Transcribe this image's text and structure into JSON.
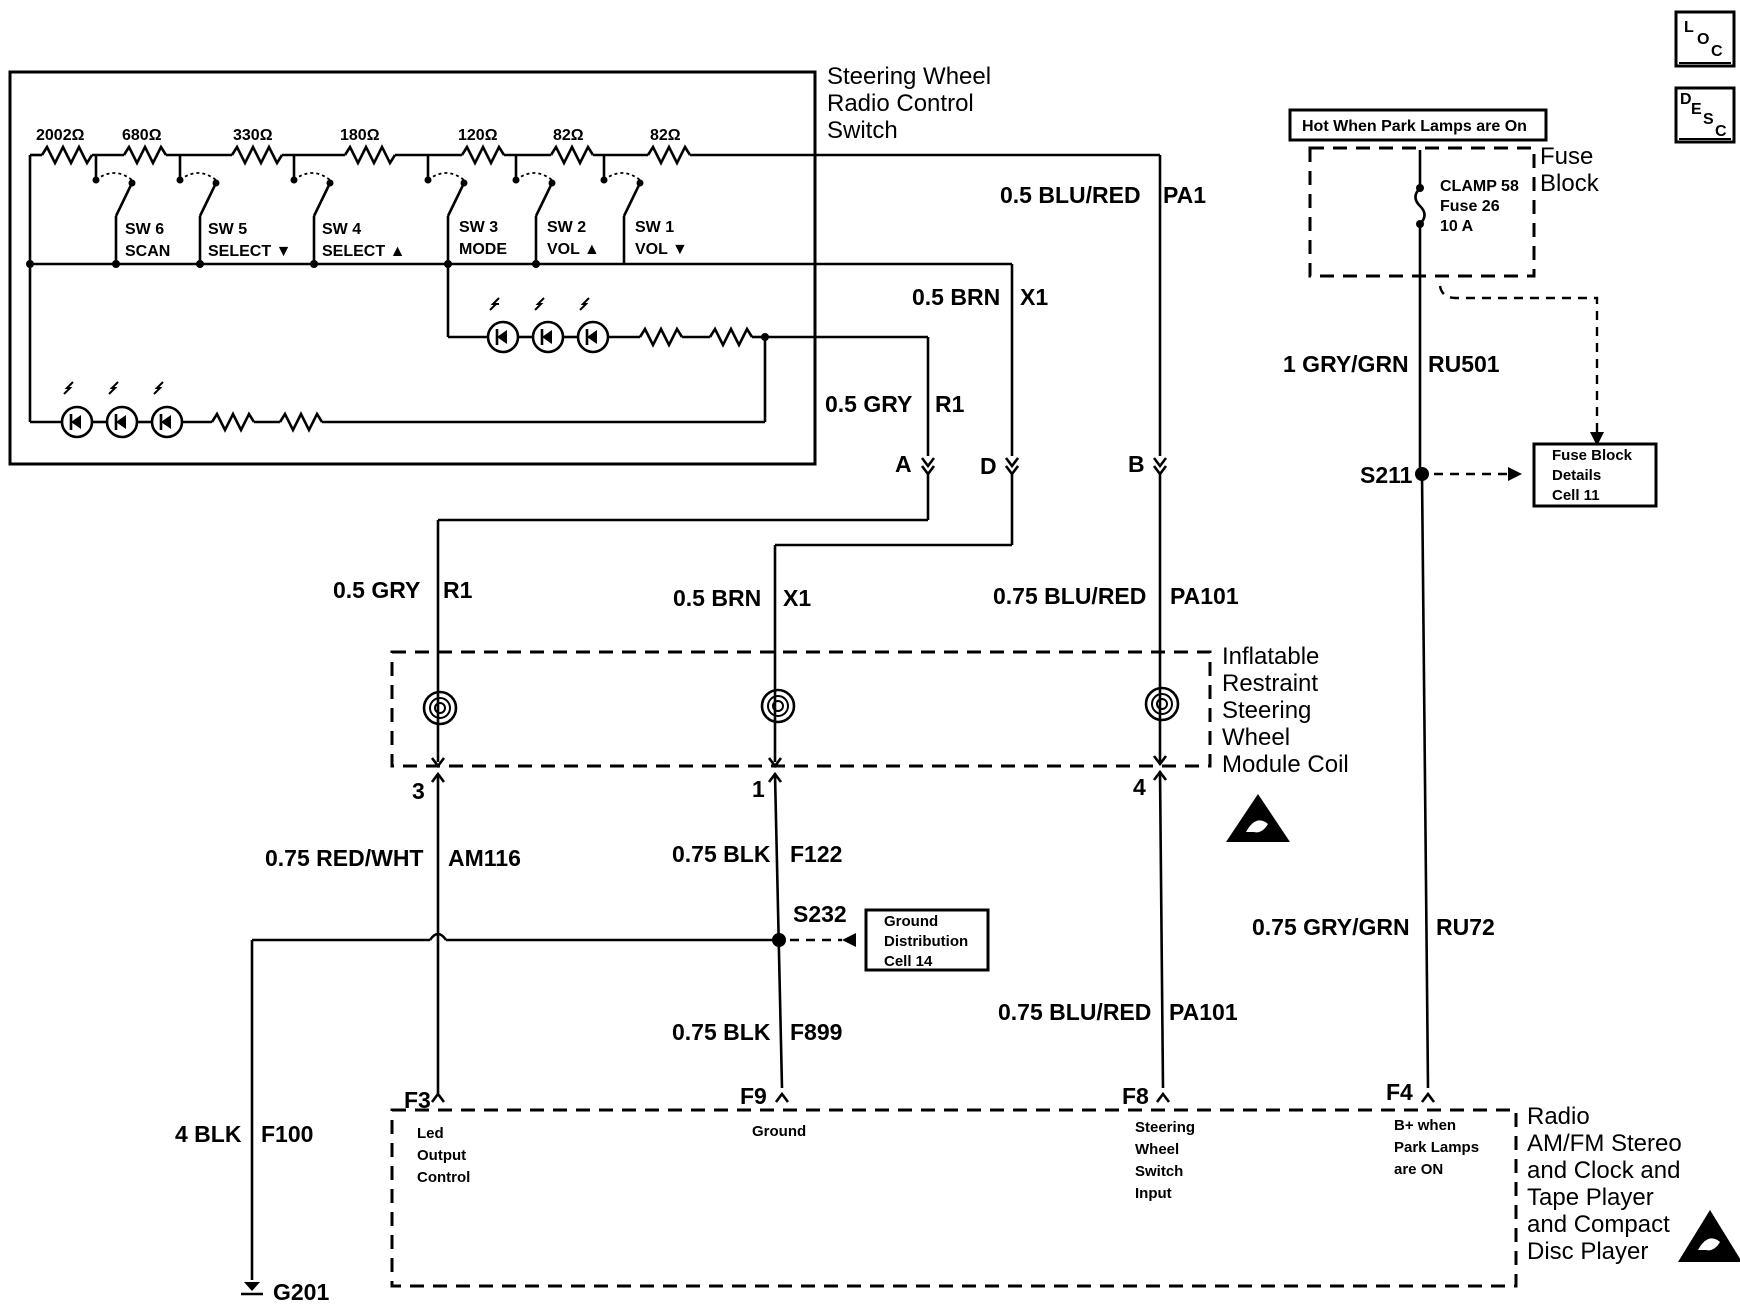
{
  "switch_assembly": {
    "title": [
      "Steering Wheel",
      "Radio Control",
      "Switch"
    ],
    "resistors": [
      "2002Ω",
      "680Ω",
      "330Ω",
      "180Ω",
      "120Ω",
      "82Ω",
      "82Ω"
    ],
    "switches": [
      {
        "id": "SW 6",
        "fn": "SCAN"
      },
      {
        "id": "SW 5",
        "fn": "SELECT ▼"
      },
      {
        "id": "SW 4",
        "fn": "SELECT ▲"
      },
      {
        "id": "SW 3",
        "fn": "MODE"
      },
      {
        "id": "SW 2",
        "fn": "VOL ▲"
      },
      {
        "id": "SW 1",
        "fn": "VOL ▼"
      }
    ]
  },
  "fuse_block": {
    "banner": "Hot When Park Lamps are On",
    "title": [
      "Fuse",
      "Block"
    ],
    "fuse": [
      "CLAMP 58",
      "Fuse 26",
      "10 A"
    ],
    "details": [
      "Fuse Block",
      "Details",
      "Cell 11"
    ]
  },
  "wires": {
    "pa1": {
      "size": "0.5 BLU/RED",
      "circuit": "PA1"
    },
    "x1_upper": {
      "size": "0.5 BRN",
      "circuit": "X1"
    },
    "r1_upper": {
      "size": "0.5 GRY",
      "circuit": "R1"
    },
    "ru501": {
      "size": "1 GRY/GRN",
      "circuit": "RU501"
    },
    "r1_lower": {
      "size": "0.5 GRY",
      "circuit": "R1"
    },
    "x1_lower": {
      "size": "0.5 BRN",
      "circuit": "X1"
    },
    "pa101_upper": {
      "size": "0.75 BLU/RED",
      "circuit": "PA101"
    },
    "am116": {
      "size": "0.75 RED/WHT",
      "circuit": "AM116"
    },
    "f122": {
      "size": "0.75 BLK",
      "circuit": "F122"
    },
    "f899": {
      "size": "0.75 BLK",
      "circuit": "F899"
    },
    "pa101_lower": {
      "size": "0.75 BLU/RED",
      "circuit": "PA101"
    },
    "ru72": {
      "size": "0.75 GRY/GRN",
      "circuit": "RU72"
    },
    "f100": {
      "size": "4 BLK",
      "circuit": "F100"
    }
  },
  "connectors": {
    "a": "A",
    "d": "D",
    "b": "B",
    "p3": "3",
    "p1": "1",
    "p4": "4",
    "f3": "F3",
    "f9": "F9",
    "f8": "F8",
    "f4": "F4"
  },
  "splices": {
    "s211": "S211",
    "s232": "S232",
    "g201": "G201"
  },
  "coil": {
    "title": [
      "Inflatable",
      "Restraint",
      "Steering",
      "Wheel",
      "Module Coil"
    ]
  },
  "ground_dist": [
    "Ground",
    "Distribution",
    "Cell 14"
  ],
  "radio": {
    "title": [
      "Radio",
      "AM/FM Stereo",
      "and Clock and",
      "Tape Player",
      "and Compact",
      "Disc Player"
    ],
    "f3_desc": [
      "Led",
      "Output",
      "Control"
    ],
    "f9_desc": [
      "Ground"
    ],
    "f8_desc": [
      "Steering",
      "Wheel",
      "Switch",
      "Input"
    ],
    "f4_desc": [
      "B+ when",
      "Park Lamps",
      "are ON"
    ]
  },
  "corner": {
    "loc": [
      "L",
      "O",
      "C"
    ],
    "desc": [
      "D",
      "E",
      "S",
      "C"
    ]
  }
}
